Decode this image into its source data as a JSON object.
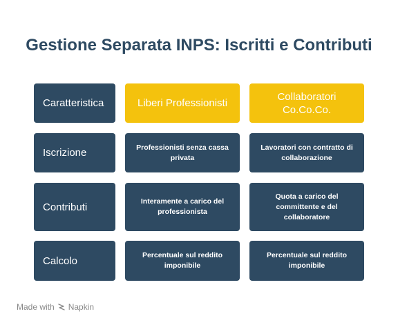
{
  "title": "Gestione Separata INPS: Iscritti e Contributi",
  "header": {
    "label": "Caratteristica",
    "col1": "Liberi Professionisti",
    "col2": "Collaboratori\nCo.Co.Co."
  },
  "rows": [
    {
      "label": "Iscrizione",
      "col1": "Professionisti senza cassa\nprivata",
      "col2": "Lavoratori con contratto di\ncollaborazione"
    },
    {
      "label": "Contributi",
      "col1": "Interamente a carico del\nprofessionista",
      "col2": "Quota a carico del\ncommittente e del\ncollaboratore"
    },
    {
      "label": "Calcolo",
      "col1": "Percentuale sul reddito\nimponibile",
      "col2": "Percentuale sul reddito\nimponibile"
    }
  ],
  "footer": {
    "made_with": "Made with",
    "brand": "Napkin"
  },
  "colors": {
    "dark": "#2e4a62",
    "accent": "#f4c20d"
  }
}
